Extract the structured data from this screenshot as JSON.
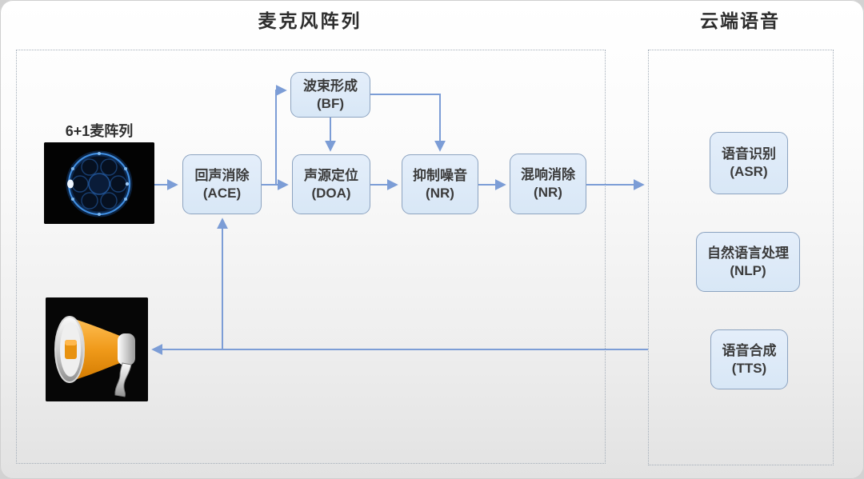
{
  "diagram": {
    "left_group_title": "麦克风阵列",
    "right_group_title": "云端语音",
    "mic_label": "6+1麦阵列",
    "nodes": {
      "bf": {
        "line1": "波束形成",
        "line2": "(BF)"
      },
      "ace": {
        "line1": "回声消除",
        "line2": "(ACE)"
      },
      "doa": {
        "line1": "声源定位",
        "line2": "(DOA)"
      },
      "nr1": {
        "line1": "抑制噪音",
        "line2": "(NR)"
      },
      "nr2": {
        "line1": "混响消除",
        "line2": "(NR)"
      },
      "asr": {
        "line1": "语音识别",
        "line2": "(ASR)"
      },
      "nlp": {
        "line1": "自然语言处理",
        "line2": "(NLP)"
      },
      "tts": {
        "line1": "语音合成",
        "line2": "(TTS)"
      }
    },
    "images": {
      "mic_array": "6+1 microphone array photo (blue ring on black)",
      "speaker": "orange megaphone speaker photo on black"
    },
    "edges": [
      {
        "from": "mic-array-image",
        "to": "ace"
      },
      {
        "from": "ace",
        "to": "doa"
      },
      {
        "from": "ace",
        "to": "bf"
      },
      {
        "from": "bf",
        "to": "doa"
      },
      {
        "from": "bf",
        "to": "nr1"
      },
      {
        "from": "doa",
        "to": "nr1"
      },
      {
        "from": "nr1",
        "to": "nr2"
      },
      {
        "from": "nr2",
        "to": "cloud-voice-group"
      },
      {
        "from": "cloud-voice-group",
        "to": "speaker-image"
      },
      {
        "from": "feedback-line",
        "to": "ace"
      }
    ],
    "colors": {
      "arrow": "#7c9dd6",
      "node_fill": "#dcebf8",
      "node_border": "#8ca3c0",
      "group_border": "#a3adb8",
      "title_text": "#2d2d2d",
      "node_text": "#3b3b3b",
      "megaphone_orange": "#f09a1a",
      "mic_ring_blue": "#3f8de0"
    }
  }
}
